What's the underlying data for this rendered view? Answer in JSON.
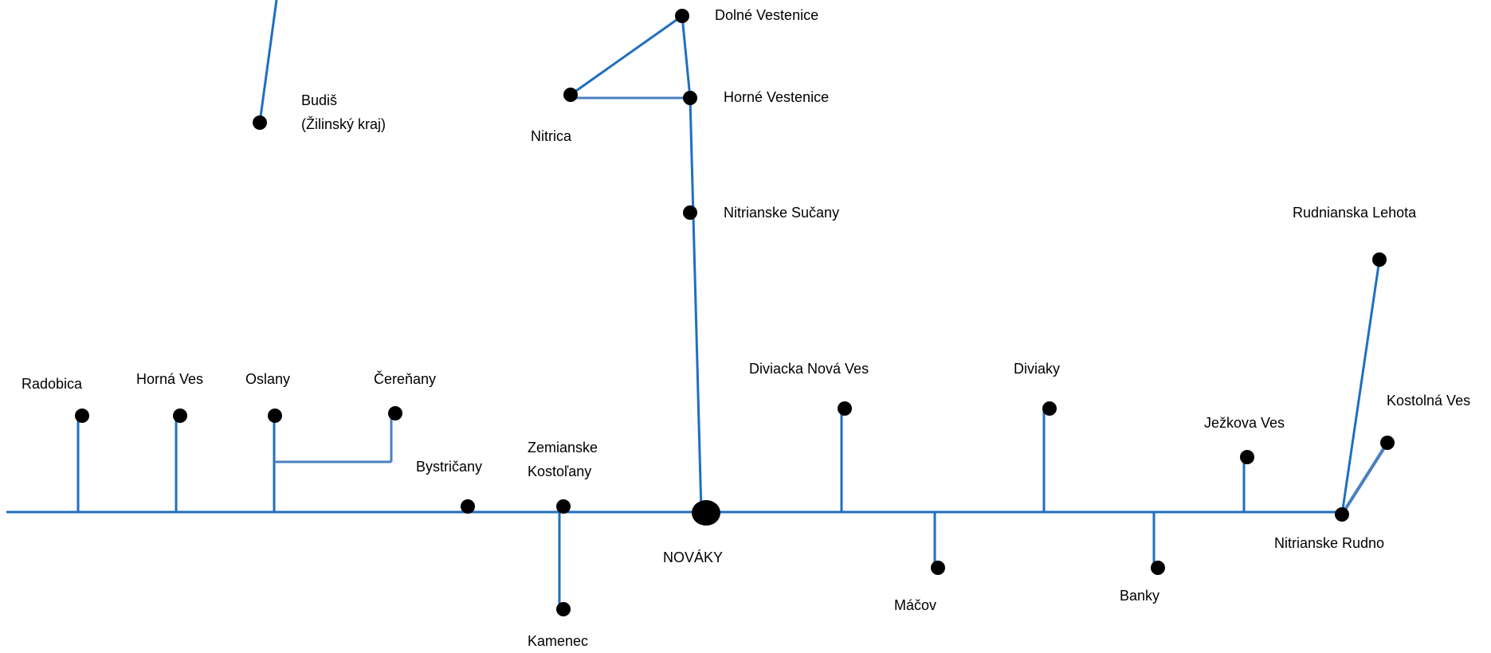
{
  "line_color": "#1f6fbf",
  "branch_color": "#4a7fc1",
  "node_color": "#000000",
  "stations": {
    "budis": [
      "Budiš",
      "(Žilinský kraj)"
    ],
    "dolne_vestenice": "Dolné Vestenice",
    "horne_vestenice": "Horné Vestenice",
    "nitrica": "Nitrica",
    "nitrianske_sucany": "Nitrianske Sučany",
    "rudnianska_lehota": "Rudnianska Lehota",
    "kostolna_ves": "Kostolná Ves",
    "radobica": "Radobica",
    "horna_ves": "Horná Ves",
    "oslany": "Oslany",
    "cerenany": "Čereňany",
    "diviacka_nova_ves": "Diviacka Nová Ves",
    "diviaky": "Diviaky",
    "jezkova_ves": "Ježkova Ves",
    "bystricany": "Bystričany",
    "zemianske_kostolany": [
      "Zemianske",
      "Kostoľany"
    ],
    "novaky": "NOVÁKY",
    "nitrianske_rudno": "Nitrianske Rudno",
    "macov": "Máčov",
    "banky": "Banky",
    "kamenec": "Kamenec"
  }
}
